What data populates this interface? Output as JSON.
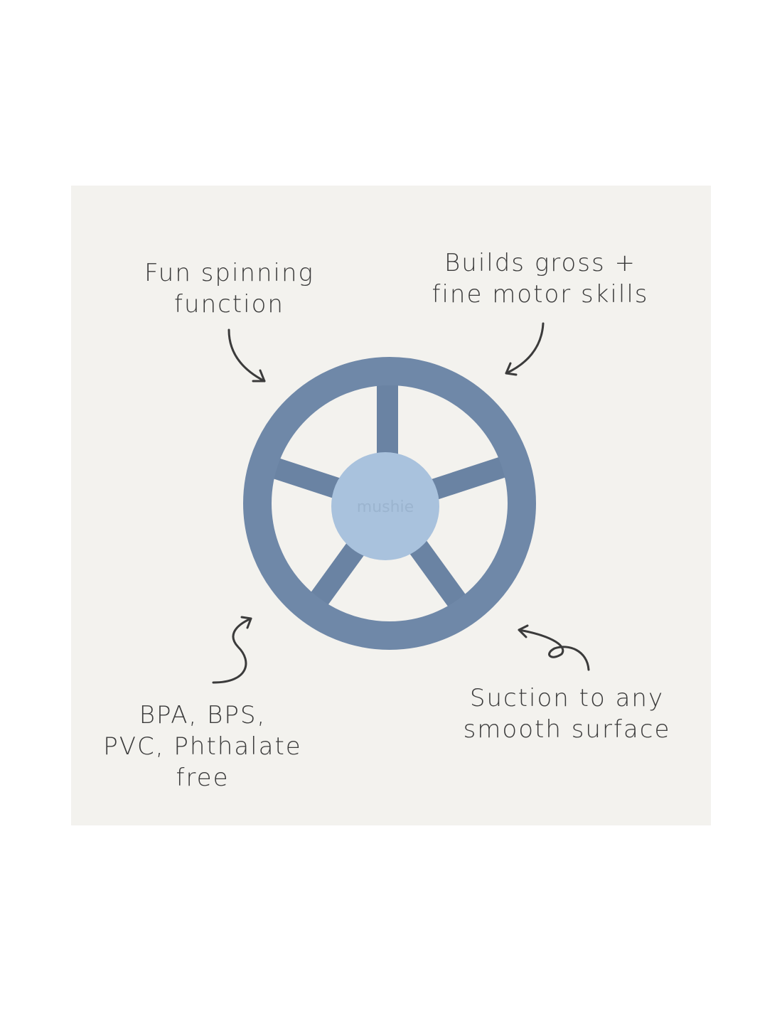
{
  "features": [
    {
      "line1": "Fun spinning",
      "line2": "function"
    },
    {
      "line1": "Builds gross +",
      "line2": "fine motor skills"
    },
    {
      "line1": "BPA, BPS,",
      "line2": "PVC, Phthalate",
      "line3": "free"
    },
    {
      "line1": "Suction to any",
      "line2": "smooth surface"
    }
  ],
  "product": {
    "brand": "mushie"
  },
  "colors": {
    "panel": "#f3f2ee",
    "ring": "#6f88a8",
    "hub": "#a9c2dd",
    "text": "#3b3b3b"
  }
}
